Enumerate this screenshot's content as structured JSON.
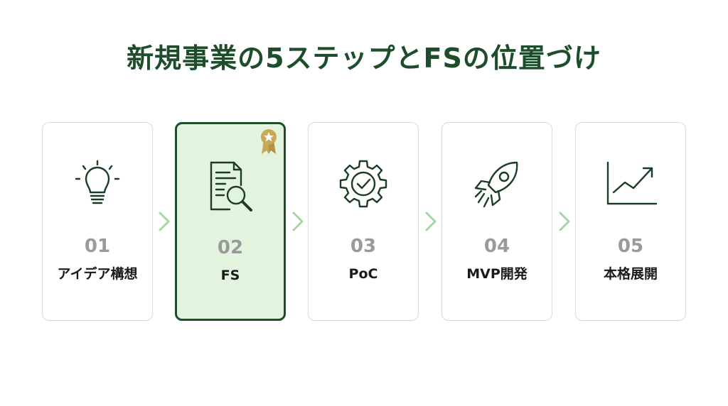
{
  "title": "新規事業の5ステップとFSの位置づけ",
  "colors": {
    "title": "#1e4d2b",
    "highlight_border": "#1e4d2b",
    "highlight_fill": "#e2f4de",
    "chevron": "#a8d5a6",
    "number": "#9a9a9a",
    "badge": "#c9a85c"
  },
  "steps": [
    {
      "number": "01",
      "label": "アイデア構想",
      "icon": "lightbulb-icon"
    },
    {
      "number": "02",
      "label": "FS",
      "icon": "document-search-icon",
      "highlighted": true,
      "badge": "award-ribbon-icon"
    },
    {
      "number": "03",
      "label": "PoC",
      "icon": "gear-check-icon"
    },
    {
      "number": "04",
      "label": "MVP開発",
      "icon": "rocket-icon"
    },
    {
      "number": "05",
      "label": "本格展開",
      "icon": "growth-chart-icon"
    }
  ]
}
